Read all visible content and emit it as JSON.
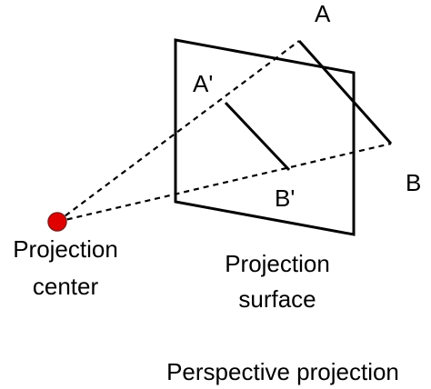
{
  "labels": {
    "point_a": "A",
    "point_b": "B",
    "point_a_prime": "A'",
    "point_b_prime": "B'",
    "projection_center_line1": "Projection",
    "projection_center_line2": "center",
    "projection_surface_line1": "Projection",
    "projection_surface_line2": "surface",
    "caption": "Perspective projection"
  },
  "colors": {
    "ink": "#000000",
    "center_fill": "#e00000",
    "center_stroke": "#8a1a1a"
  }
}
